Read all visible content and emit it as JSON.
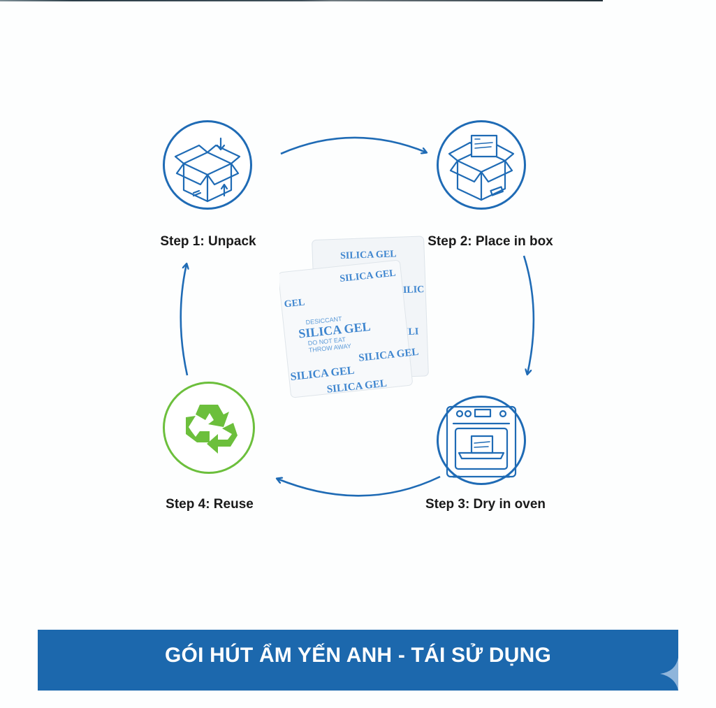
{
  "diagram": {
    "type": "cycle",
    "steps": [
      {
        "label": "Step 1: Unpack",
        "icon": "open-box-icon"
      },
      {
        "label": "Step 2: Place in box",
        "icon": "box-with-silica-gel-icon",
        "card_text": "SILICA GEL"
      },
      {
        "label": "Step 3: Dry in oven",
        "icon": "oven-icon"
      },
      {
        "label": "Step 4: Reuse",
        "icon": "recycle-icon"
      }
    ],
    "center_image": {
      "name": "silica-gel-packets",
      "printed_text": [
        "DESICCANT",
        "SILICA GEL",
        "DO NOT EAT",
        "THROW AWAY"
      ]
    },
    "arrows": [
      "step1-to-step2",
      "step2-to-step3",
      "step3-to-step4",
      "step4-to-step1"
    ]
  },
  "banner": {
    "title": "GÓI HÚT ẨM YẾN ANH - TÁI SỬ DỤNG"
  },
  "colors": {
    "primary_blue": "#1f6bb5",
    "banner_blue": "#1c68ad",
    "recycle_green": "#6cbf3c",
    "text_dark": "#1a1a1a"
  }
}
